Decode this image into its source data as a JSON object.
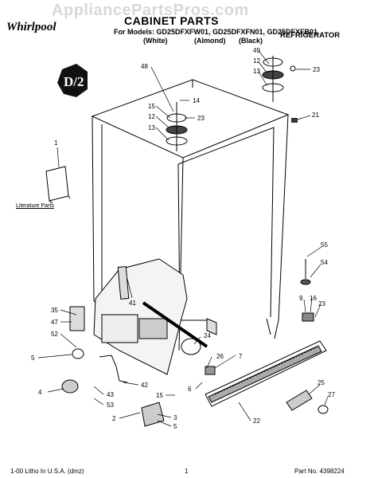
{
  "watermark": "AppliancePartsPros.com",
  "header": {
    "brand": "Whirlpool",
    "title": "CABINET PARTS",
    "models_line": "For Models: GD25DFXFW01, GD25DFXFN01, GD25DFXFB01",
    "colors": [
      "(White)",
      "(Almond)",
      "(Black)"
    ],
    "appliance": "REFRIGERATOR"
  },
  "badge": "D/2",
  "literature_label": "Literature Parts",
  "footer": {
    "litho": "1-00 Litho In U.S.A. (dmz)",
    "page": "1",
    "part_no": "Part No. 4398224"
  },
  "callouts": [
    "48",
    "49",
    "12",
    "13",
    "23",
    "14",
    "15",
    "12",
    "23",
    "13",
    "21",
    "1",
    "55",
    "54",
    "9",
    "16",
    "23",
    "41",
    "35",
    "47",
    "52",
    "24",
    "26",
    "7",
    "5",
    "42",
    "4",
    "43",
    "53",
    "15",
    "6",
    "25",
    "27",
    "2",
    "3",
    "5",
    "22"
  ]
}
